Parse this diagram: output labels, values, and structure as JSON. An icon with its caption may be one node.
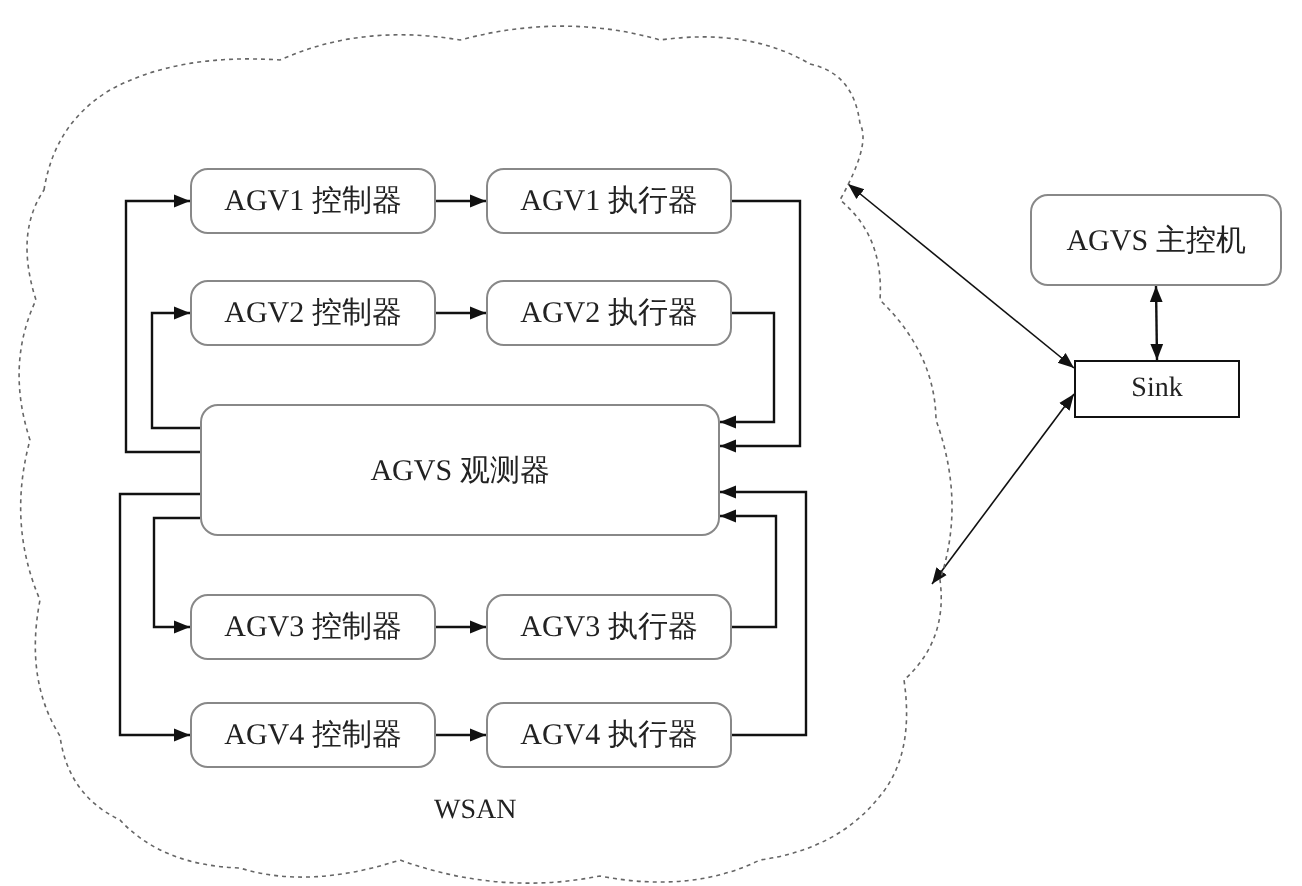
{
  "diagram": {
    "nodes": [
      {
        "text": [
          "WSAN"
        ]
      },
      {
        "text": [
          "AGV1 控制器"
        ],
        "in": 0
      },
      {
        "text": [
          "AGV1 执行器"
        ],
        "in": 0
      },
      {
        "text": [
          "AGV2 控制器"
        ],
        "in": 0
      },
      {
        "text": [
          "AGV2 执行器"
        ],
        "in": 0
      },
      {
        "text": [
          "AGVS 观测器"
        ],
        "in": 0
      },
      {
        "text": [
          "AGV3 控制器"
        ],
        "in": 0
      },
      {
        "text": [
          "AGV3 执行器"
        ],
        "in": 0
      },
      {
        "text": [
          "AGV4 控制器"
        ],
        "in": 0
      },
      {
        "text": [
          "AGV4 执行器"
        ],
        "in": 0
      },
      {
        "text": [
          "AGVS 主控机"
        ]
      },
      {
        "text": [
          "Sink"
        ]
      }
    ],
    "edges": [
      {
        "from": 1,
        "to": 2,
        "arrow": "to"
      },
      {
        "from": 3,
        "to": 4,
        "arrow": "to"
      },
      {
        "from": 6,
        "to": 7,
        "arrow": "to"
      },
      {
        "from": 8,
        "to": 9,
        "arrow": "to"
      },
      {
        "from": 2,
        "to": 5,
        "arrow": "to"
      },
      {
        "from": 4,
        "to": 5,
        "arrow": "to"
      },
      {
        "from": 7,
        "to": 5,
        "arrow": "to"
      },
      {
        "from": 9,
        "to": 5,
        "arrow": "to"
      },
      {
        "from": 5,
        "to": 1,
        "arrow": "to"
      },
      {
        "from": 5,
        "to": 3,
        "arrow": "to"
      },
      {
        "from": 5,
        "to": 6,
        "arrow": "to"
      },
      {
        "from": 5,
        "to": 8,
        "arrow": "to"
      },
      {
        "from": 10,
        "to": 11,
        "arrow": "both"
      },
      {
        "from": 11,
        "to": 0,
        "arrow": "both"
      },
      {
        "from": 11,
        "to": 0,
        "arrow": "both"
      }
    ]
  }
}
